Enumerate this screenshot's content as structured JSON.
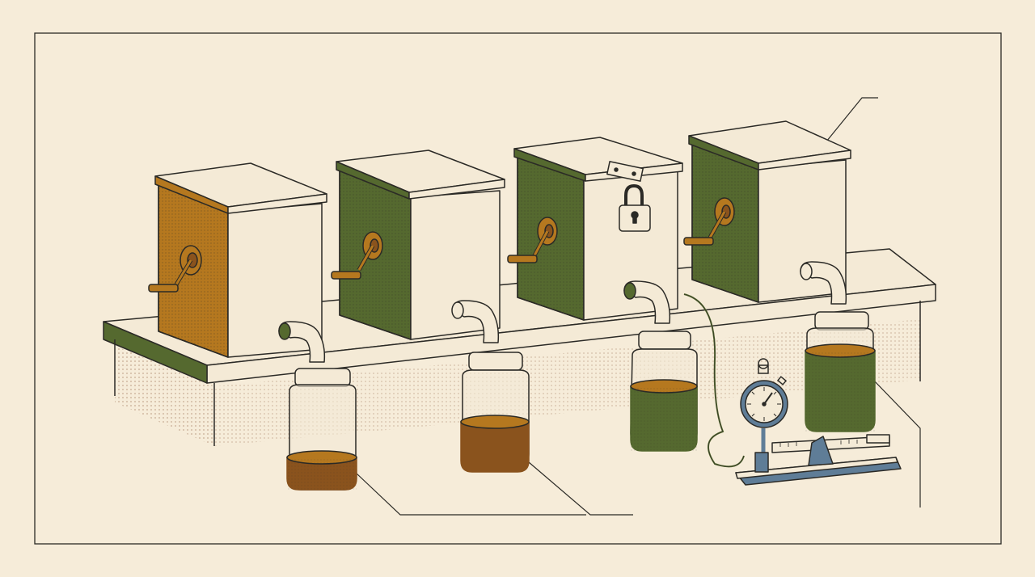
{
  "scene": {
    "palette": {
      "paper": "#f6ecd9",
      "ink": "#2b2a26",
      "green": "#55692f",
      "ochre": "#b5781f",
      "amber": "#8a531d",
      "cream": "#f4ead6",
      "steel": "#5f7d97"
    },
    "boxes": [
      {
        "id": "box-1",
        "color": "ochre",
        "has_lock": false
      },
      {
        "id": "box-2",
        "color": "green",
        "has_lock": false
      },
      {
        "id": "box-3",
        "color": "green",
        "has_lock": true
      },
      {
        "id": "box-4",
        "color": "green",
        "has_lock": false
      }
    ],
    "jars": [
      {
        "id": "jar-1",
        "liquid": "amber",
        "fill_fraction": 0.25
      },
      {
        "id": "jar-2",
        "liquid": "amber",
        "fill_fraction": 0.4
      },
      {
        "id": "jar-3",
        "liquid": "green",
        "fill_fraction": 0.55
      },
      {
        "id": "jar-4",
        "liquid": "green",
        "fill_fraction": 0.7
      }
    ],
    "instruments": [
      "stopwatch-icon",
      "balance-scale-icon",
      "padlock-icon"
    ]
  }
}
